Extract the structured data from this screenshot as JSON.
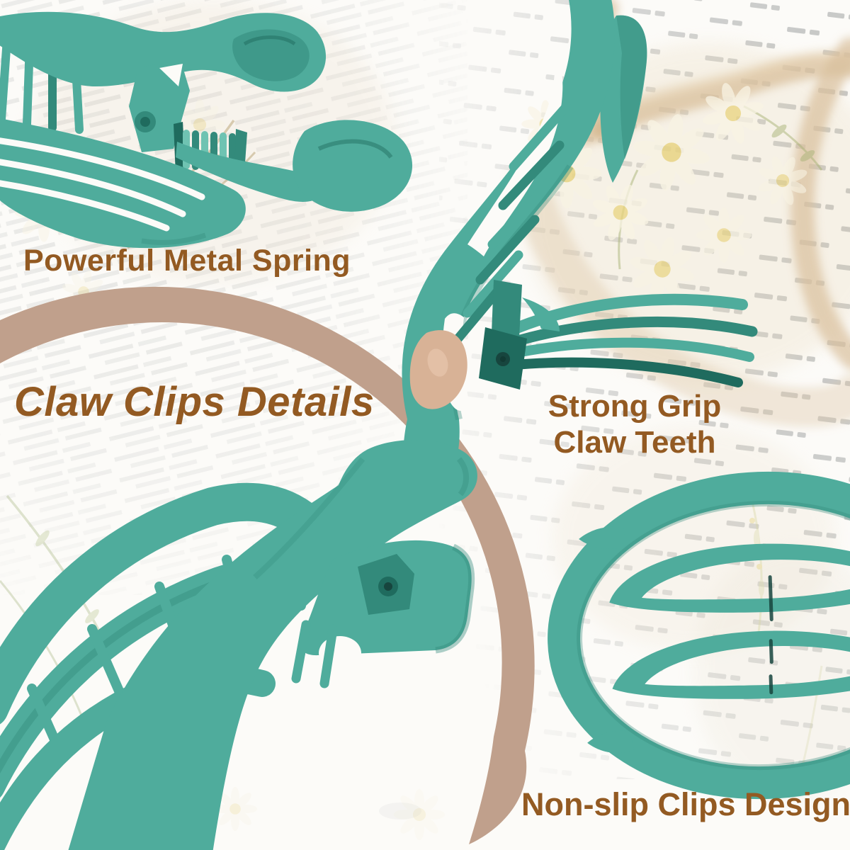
{
  "captions": {
    "metal_spring": "Powerful Metal Spring",
    "title": "Claw Clips Details",
    "strong_grip_line1": "Strong Grip",
    "strong_grip_line2": "Claw Teeth",
    "non_slip": "Non-slip Clips Design"
  },
  "colors": {
    "teal": "#4fac9c",
    "teal_light": "#6fc3b2",
    "teal_shade": "#338a7b",
    "teal_deep": "#1f6b5e",
    "teal_dark": "#17453e",
    "text_brown": "#935a22",
    "ring_tan": "#c0a08c",
    "finger_skin": "#d8b296",
    "rope_tan": "#d8bf9b",
    "daisy_petal": "#f8f3e3",
    "daisy_center": "#e8d37e",
    "bg": "#fcfbf8"
  }
}
